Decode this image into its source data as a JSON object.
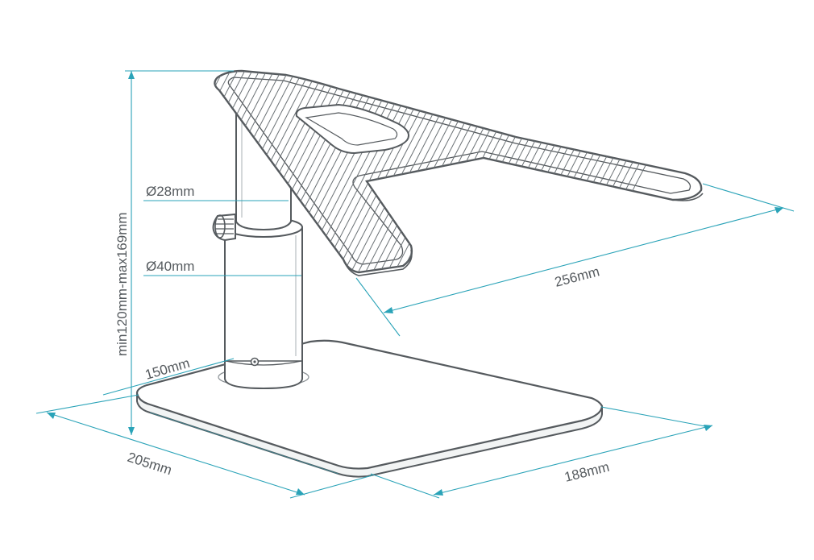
{
  "diagram": {
    "accent_color": "#2aa3b8",
    "outline_color": "#555a5e",
    "dimensions": {
      "height_range": "min120mm-max169mm",
      "upper_tube": "Ø28mm",
      "lower_tube": "Ø40mm",
      "platform_length": "256mm",
      "base_depth": "150mm",
      "base_width_left": "205mm",
      "base_width_right": "188mm"
    }
  }
}
